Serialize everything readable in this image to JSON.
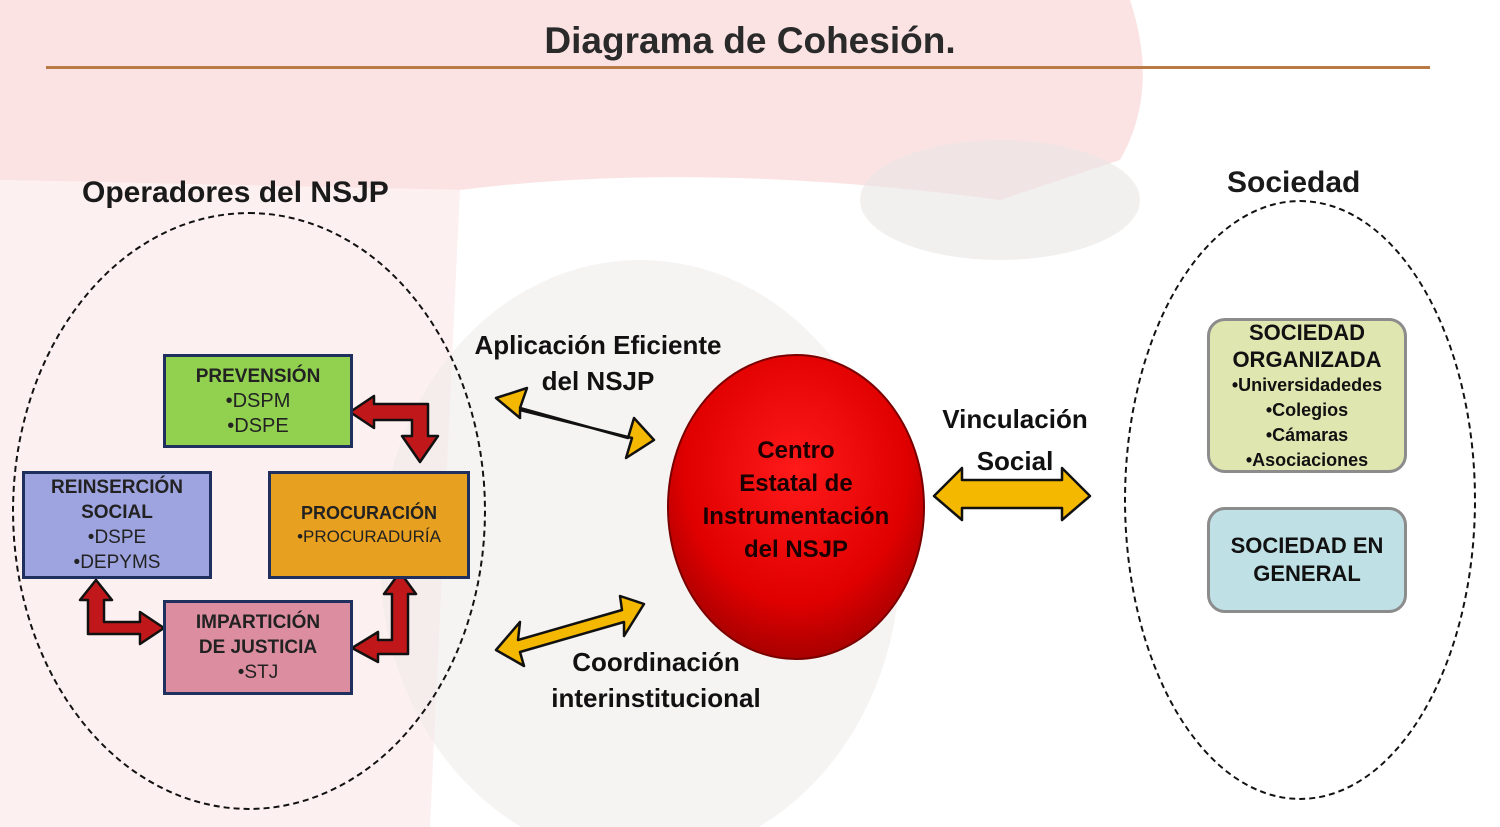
{
  "title": "Diagrama de Cohesión.",
  "left_group": {
    "heading": "Operadores del NSJP",
    "prevencion": {
      "title": "PREVENSIÓN",
      "items": [
        "•DSPM",
        "•DSPE"
      ]
    },
    "reinsercion": {
      "title_line1": "REINSERCIÓN",
      "title_line2": "SOCIAL",
      "items": [
        "•DSPE",
        "•DEPYMS"
      ]
    },
    "procuracion": {
      "title": "PROCURACIÓN",
      "items": [
        "•PROCURADURÍA"
      ]
    },
    "imparticion": {
      "title_line1": "IMPARTICIÓN",
      "title_line2": "DE JUSTICIA",
      "items": [
        "•STJ"
      ]
    }
  },
  "center": {
    "lines": [
      "Centro",
      "Estatal de",
      "Instrumentación",
      "del NSJP"
    ]
  },
  "links": {
    "aplicacion": [
      "Aplicación Eficiente",
      "del NSJP"
    ],
    "coordinacion": [
      "Coordinación",
      "interinstitucional"
    ],
    "vinculacion": [
      "Vinculación",
      "Social"
    ]
  },
  "right_group": {
    "heading": "Sociedad",
    "organizada": {
      "title_line1": "SOCIEDAD",
      "title_line2": "ORGANIZADA",
      "items": [
        "•Universidadedes",
        "•Colegios",
        "•Cámaras",
        "•Asociaciones"
      ]
    },
    "general": {
      "title_line1": "SOCIEDAD EN",
      "title_line2": "GENERAL"
    }
  },
  "colors": {
    "prevencion": "#92d050",
    "reinsercion": "#9ea4e0",
    "procuracion": "#e8a020",
    "imparticion": "#dc8ea0",
    "center_red": "#e00000",
    "arrow_gold": "#f5b800",
    "arrow_red": "#c0181a",
    "organizada": "#dfe6b0",
    "general": "#bfe0e4"
  }
}
